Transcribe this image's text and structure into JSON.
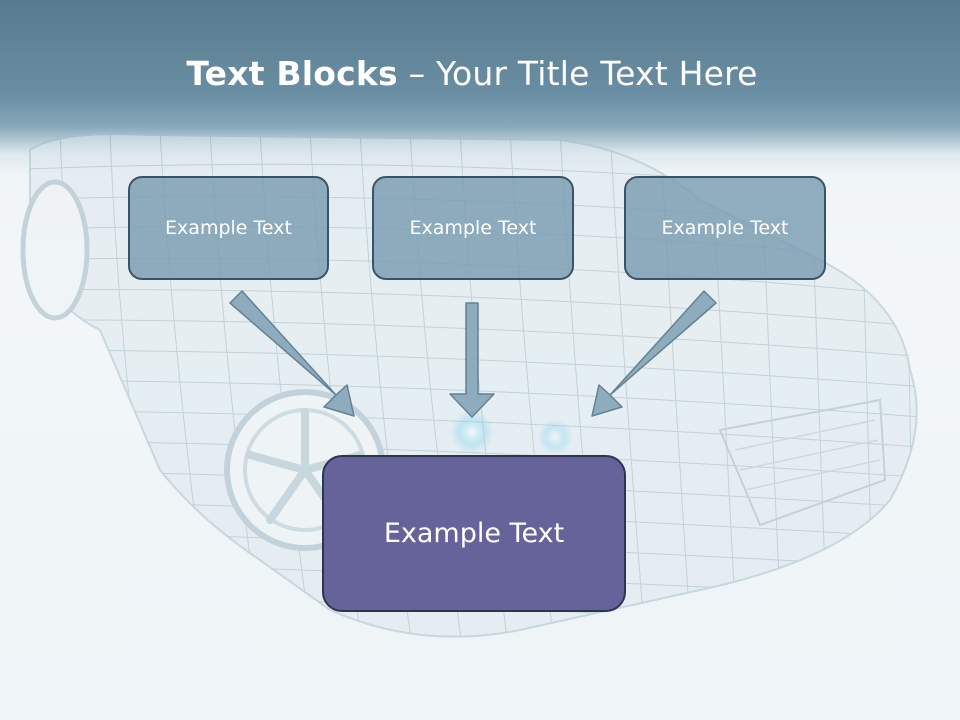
{
  "slide": {
    "title_bold": "Text Blocks",
    "title_dash": " – ",
    "title_rest": "Your Title Text Here"
  },
  "blocks": [
    {
      "label": "Example Text"
    },
    {
      "label": "Example Text"
    },
    {
      "label": "Example Text"
    }
  ],
  "target": {
    "label": "Example Text"
  },
  "colors": {
    "header": "#5f8397",
    "box_fill": "#7a9cb2",
    "box_border": "#3a5466",
    "main_fill": "#66639a",
    "arrow_fill": "#8aa9bb"
  }
}
